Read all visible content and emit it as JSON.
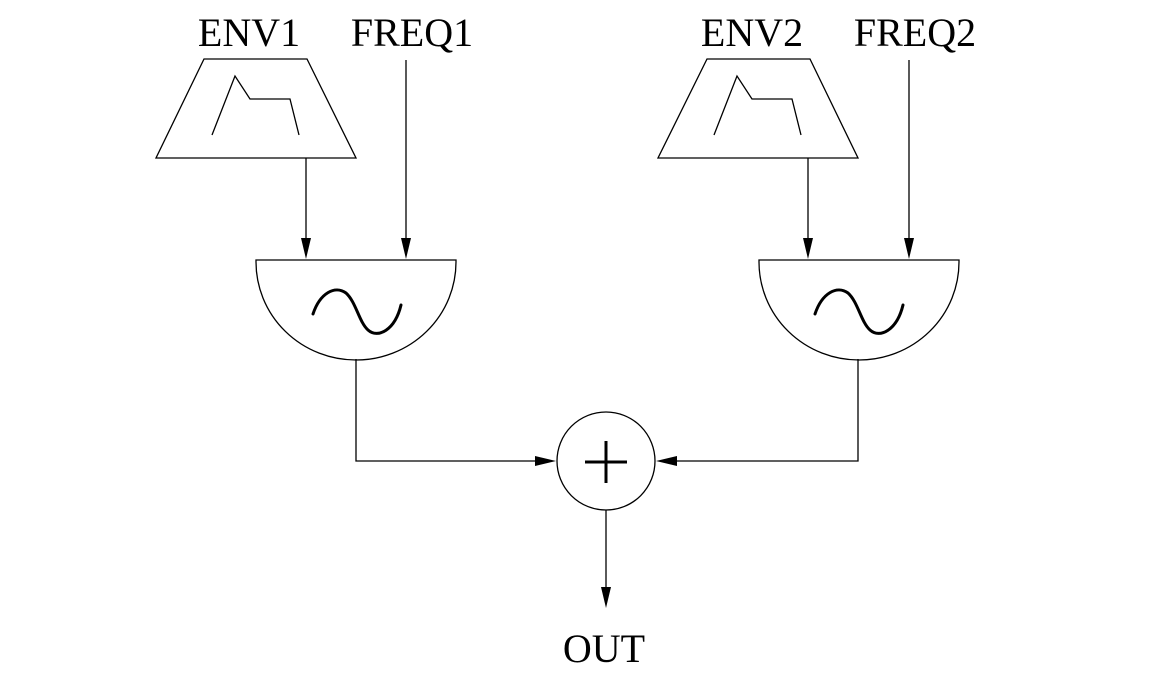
{
  "diagram": {
    "labels": {
      "env1": "ENV1",
      "freq1": "FREQ1",
      "env2": "ENV2",
      "freq2": "FREQ2",
      "out": "OUT"
    },
    "colors": {
      "stroke": "#000000",
      "background": "#ffffff"
    },
    "blocks": [
      {
        "id": "envelope-1",
        "kind": "envelope-generator",
        "icon": "adsr-envelope-icon"
      },
      {
        "id": "oscillator-1",
        "kind": "oscillator",
        "icon": "sine-wave-icon"
      },
      {
        "id": "envelope-2",
        "kind": "envelope-generator",
        "icon": "adsr-envelope-icon"
      },
      {
        "id": "oscillator-2",
        "kind": "oscillator",
        "icon": "sine-wave-icon"
      },
      {
        "id": "adder",
        "kind": "summing-junction",
        "icon": "plus-icon"
      }
    ],
    "connections": [
      {
        "from": "envelope-1",
        "to": "oscillator-1"
      },
      {
        "from": "freq1",
        "to": "oscillator-1"
      },
      {
        "from": "envelope-2",
        "to": "oscillator-2"
      },
      {
        "from": "freq2",
        "to": "oscillator-2"
      },
      {
        "from": "oscillator-1",
        "to": "adder"
      },
      {
        "from": "oscillator-2",
        "to": "adder"
      },
      {
        "from": "adder",
        "to": "out"
      }
    ]
  }
}
